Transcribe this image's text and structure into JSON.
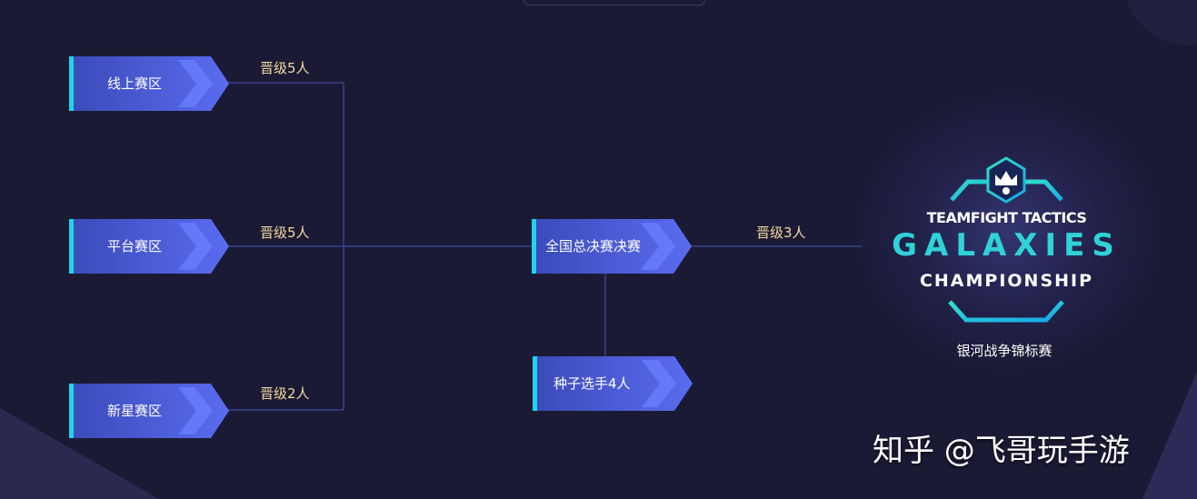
{
  "nodes": {
    "online": "线上赛区",
    "platform": "平台赛区",
    "newstar": "新星赛区",
    "final": "全国总决赛决赛",
    "seed": "种子选手4人"
  },
  "advances": {
    "online": "晋级5人",
    "platform": "晋级5人",
    "newstar": "晋级2人",
    "final": "晋级3人"
  },
  "logo": {
    "line1": "TEAMFIGHT TACTICS",
    "line2": "GALAXIES",
    "line3": "CHAMPIONSHIP",
    "subtitle": "银河战争锦标赛"
  },
  "watermark": "知乎 @飞哥玩手游",
  "colors": {
    "background": "#1b1a35",
    "node_fill": "#4d5fd6",
    "node_accent": "#1fd4ec",
    "advance_text": "#f2d9a0",
    "connector": "#3e4c9a"
  }
}
